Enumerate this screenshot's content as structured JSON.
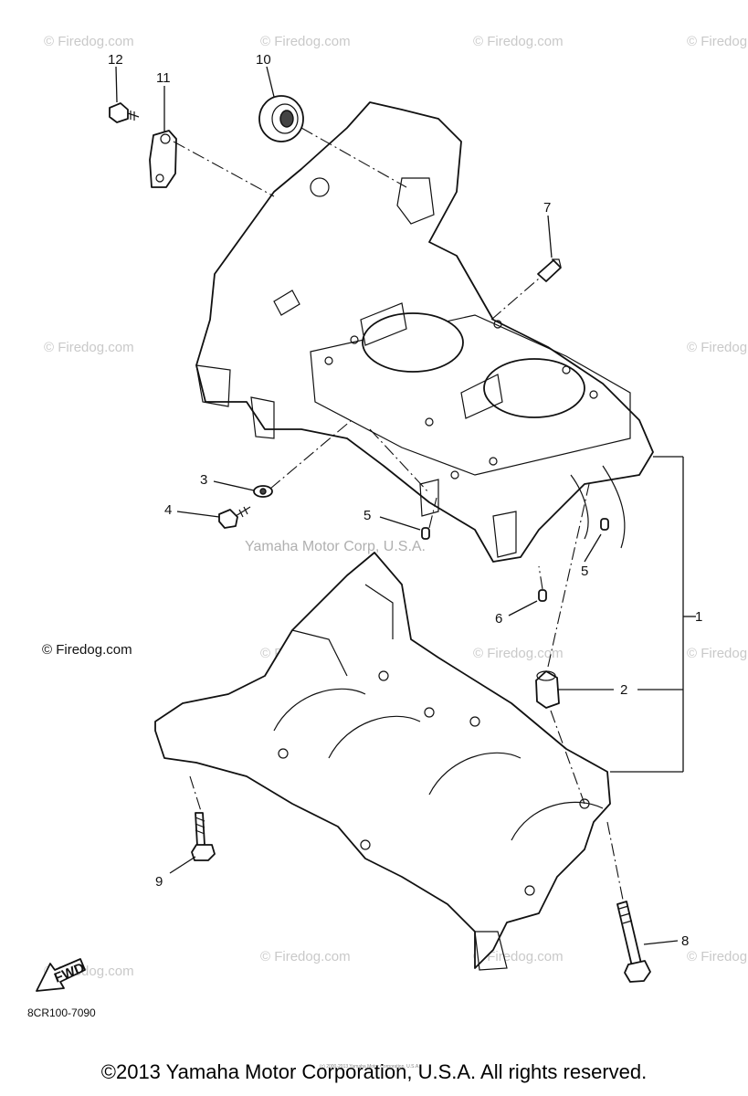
{
  "diagram": {
    "callouts": [
      {
        "id": "12",
        "label": "12"
      },
      {
        "id": "11",
        "label": "11"
      },
      {
        "id": "10",
        "label": "10"
      },
      {
        "id": "7",
        "label": "7"
      },
      {
        "id": "3",
        "label": "3"
      },
      {
        "id": "4",
        "label": "4"
      },
      {
        "id": "5a",
        "label": "5"
      },
      {
        "id": "5b",
        "label": "5"
      },
      {
        "id": "6",
        "label": "6"
      },
      {
        "id": "1",
        "label": "1"
      },
      {
        "id": "2",
        "label": "2"
      },
      {
        "id": "9",
        "label": "9"
      },
      {
        "id": "8",
        "label": "8"
      }
    ],
    "fwd_label": "FWD",
    "diagram_code": "8CR100-7090"
  },
  "watermarks": {
    "firedog": "© Firedog.com",
    "center": "Yamaha Motor Corp, U.S.A.",
    "tiny": "(c) 2000-2013 Yamaha Motor Corporation, U.S.A."
  },
  "footer": {
    "copyright": "©2013 Yamaha Motor Corporation, U.S.A. All rights reserved."
  }
}
